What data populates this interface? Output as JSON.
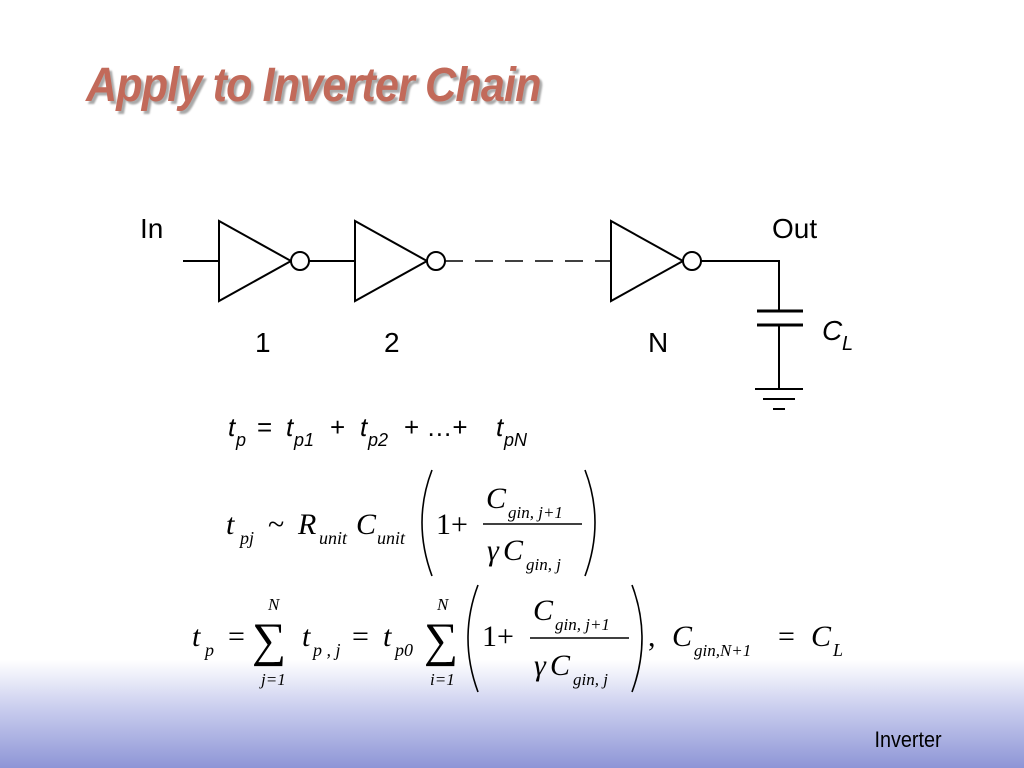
{
  "slide": {
    "title": "Apply to Inverter Chain",
    "footer": "Inverter"
  },
  "diagram": {
    "input_label": "In",
    "output_label": "Out",
    "stage_labels": [
      "1",
      "2",
      "N"
    ],
    "load_cap": {
      "symbol": "C",
      "subscript": "L"
    }
  },
  "equations": {
    "eq1": {
      "tp": "t",
      "tp_sub": "p",
      "eq": "=",
      "t1": "t",
      "t1_sub": "p1",
      "plus1": "+",
      "t2": "t",
      "t2_sub": "p2",
      "dots": "+ …+",
      "tn": "t",
      "tn_sub": "pN"
    },
    "eq2": {
      "lhs": "t",
      "lhs_sub": "pj",
      "sim": "~",
      "R": "R",
      "R_sub": "unit",
      "C": "C",
      "C_sub": "unit",
      "one": "1+",
      "num": "C",
      "num_sub": "gin, j+1",
      "gamma": "γ",
      "den": "C",
      "den_sub": "gin, j"
    },
    "eq3": {
      "lhs": "t",
      "lhs_sub": "p",
      "eq1": "=",
      "sum1_top": "N",
      "sum1_bottom": "j=1",
      "sigma": "∑",
      "term": "t",
      "term_sub": "p , j",
      "eq2": "=",
      "t0": "t",
      "t0_sub": "p0",
      "sum2_top": "N",
      "sum2_bottom": "i=1",
      "one": "1+",
      "num": "C",
      "num_sub": "gin, j+1",
      "gamma": "γ",
      "den": "C",
      "den_sub": "gin, j",
      "comma": ",",
      "bc_C": "C",
      "bc_sub": "gin,N+1",
      "bc_eq": "=",
      "bc_rhs": "C",
      "bc_rhs_sub": "L"
    }
  }
}
